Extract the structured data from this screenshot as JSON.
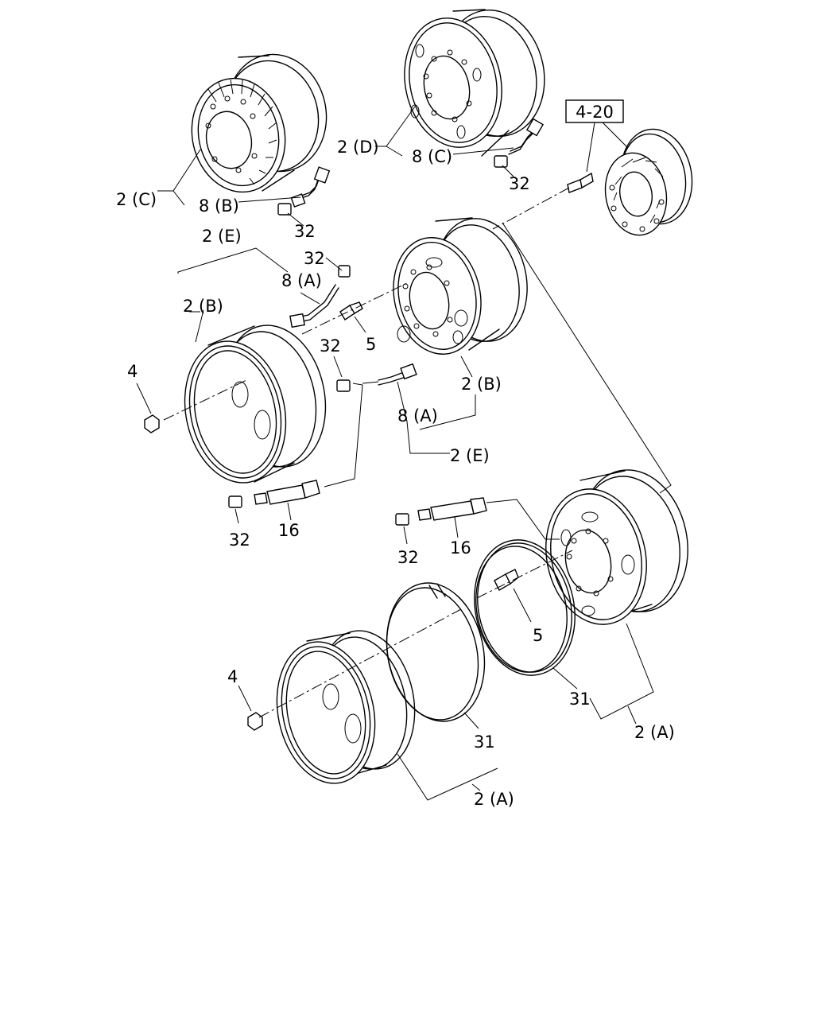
{
  "labels": {
    "reference": "4-20",
    "c_wheel": "2 (C)",
    "c_valve": "8 (B)",
    "c_cap": "32",
    "d_wheel": "2 (D)",
    "d_valve": "8 (C)",
    "d_cap": "32",
    "e_top": "2 (E)",
    "b_left": "2 (B)",
    "a_top": "8 (A)",
    "cap_top": "32",
    "valve5_top": "5",
    "cap_mid": "32",
    "nut_left": "4",
    "b_right": "2 (B)",
    "a_mid": "8 (A)",
    "e_bottom": "2 (E)",
    "cap_ext_left": "32",
    "ext_left": "16",
    "cap_ext_right": "32",
    "ext_right": "16",
    "valve5_bottom": "5",
    "nut_bottom": "4",
    "ring_right": "31",
    "a_right": "2 (A)",
    "ring_left": "31",
    "a_bottom": "2 (A)"
  }
}
